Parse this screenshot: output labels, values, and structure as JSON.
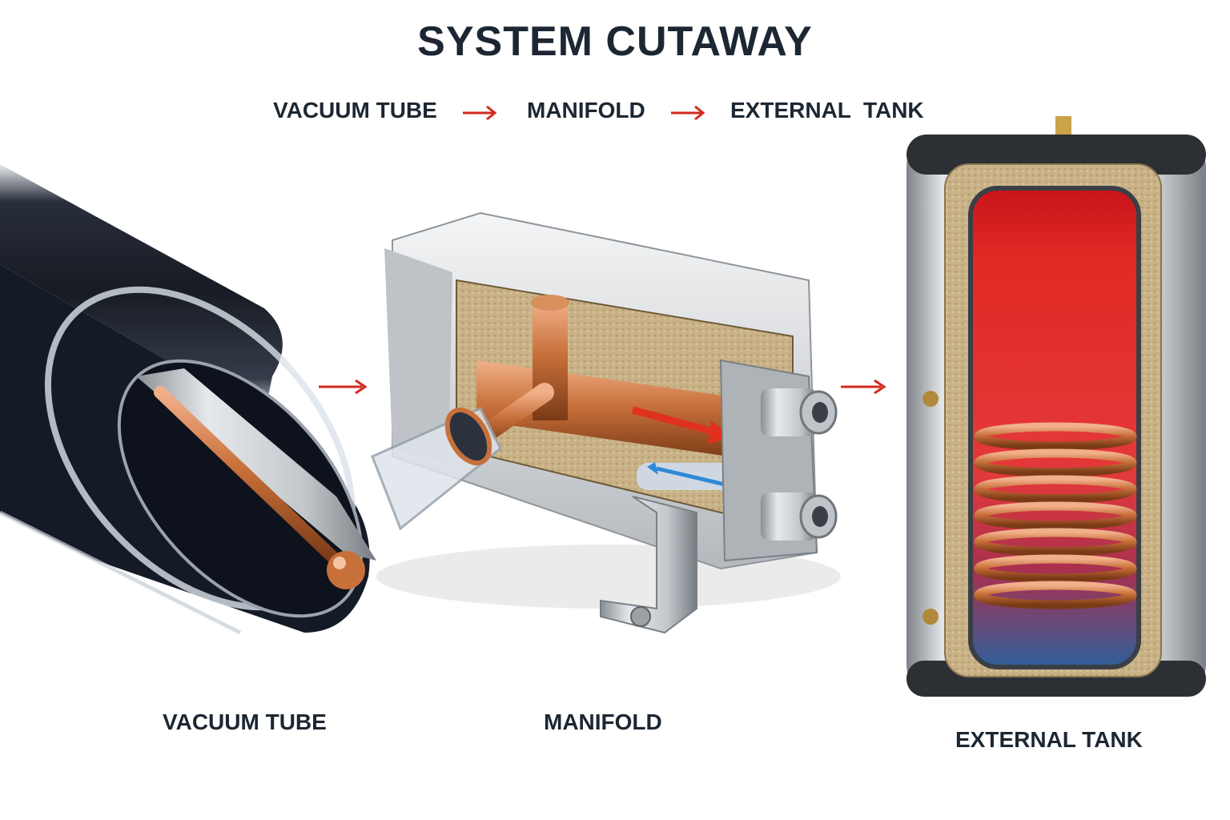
{
  "title": "SYSTEM CUTAWAY",
  "flow": {
    "steps": [
      "VACUUM TUBE",
      "MANIFOLD",
      "EXTERNAL  TANK"
    ],
    "arrow_color": "#d42a1e"
  },
  "captions": {
    "vacuum_tube": "VACUUM TUBE",
    "manifold": "MANIFOLD",
    "external_tank": "EXTERNAL TANK"
  },
  "colors": {
    "copper": "#c8703a",
    "hot_water": "#e01e1e",
    "cold_water": "#2f5f9a",
    "insulation": "#c9b287",
    "steel": "#b8bcc0",
    "flow_hot": "#e0301e",
    "flow_cold": "#2f8ad8"
  }
}
